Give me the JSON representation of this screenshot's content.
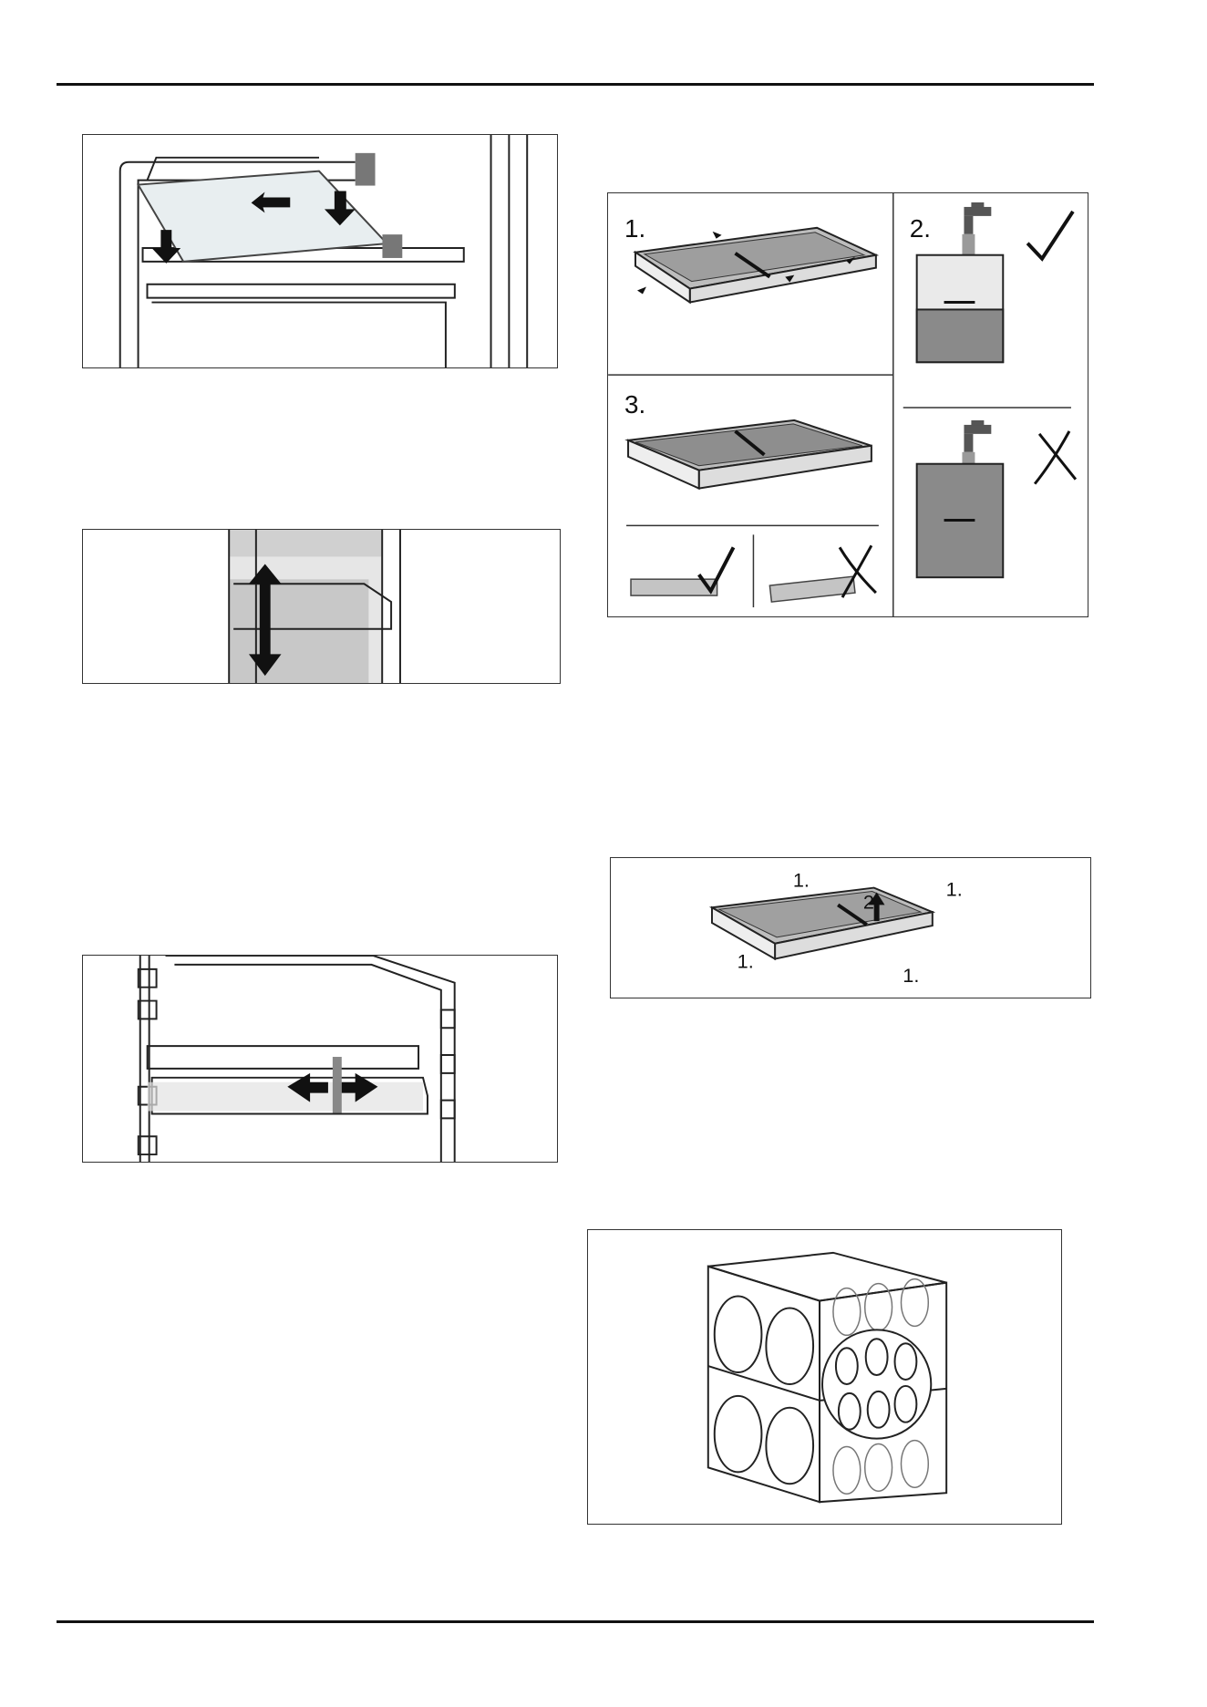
{
  "filter_steps": {
    "step1": "1.",
    "step2": "2.",
    "step3": "3."
  },
  "removal_labels": {
    "top_left": "1.",
    "top_right": "1.",
    "left": "1.",
    "bottom": "1.",
    "lift": "2."
  },
  "icons": {
    "correct": "check-mark-icon",
    "incorrect": "cross-mark-icon",
    "tap": "water-tap-icon",
    "push": "arrow-down-icon",
    "move_vertical": "double-arrow-vertical-icon",
    "move_horizontal": "double-arrow-horizontal-icon"
  },
  "colors": {
    "line": "#111111",
    "panel_border": "#333333",
    "grey_fill": "#9a9a9a",
    "light_fill": "#d6d6d6"
  }
}
